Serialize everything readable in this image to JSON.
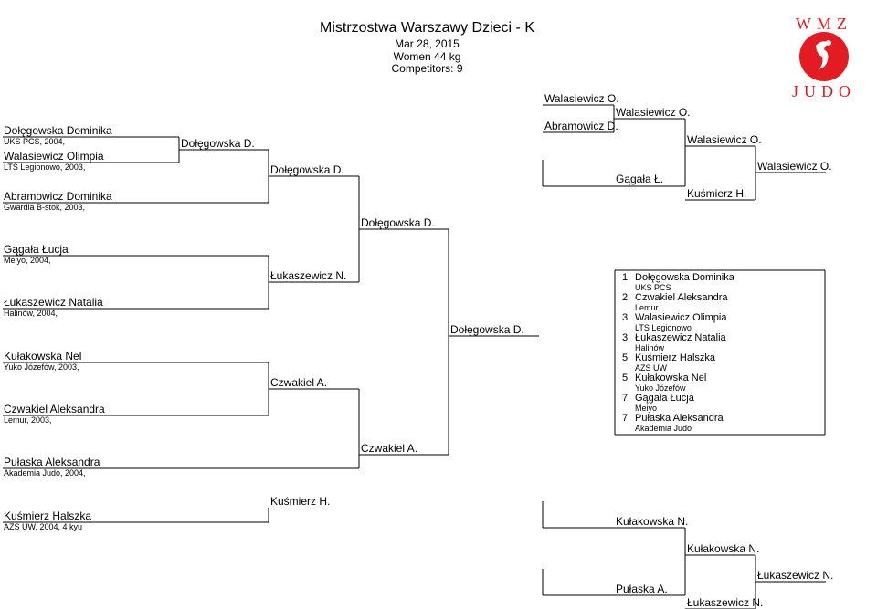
{
  "header": {
    "title": "Mistrzostwa Warszawy Dzieci - K",
    "date": "Mar 28, 2015",
    "category": "Women 44 kg",
    "competitors": "Competitors: 9"
  },
  "logo": {
    "top_text": "WMZ",
    "bottom_text": "JUDO",
    "accent": "#e31b23"
  },
  "competitors": [
    {
      "name": "Dołęgowska Dominika",
      "club": "UKS PCS, 2004,"
    },
    {
      "name": "Walasiewicz Olimpia",
      "club": "LTS Legionowo, 2003,"
    },
    {
      "name": "Abramowicz Dominika",
      "club": "Gwardia B-stok, 2003,"
    },
    {
      "name": "Gągała Łucja",
      "club": "Meiyo, 2004,"
    },
    {
      "name": "Łukaszewicz Natalia",
      "club": "Halinów, 2004,"
    },
    {
      "name": "Kułakowska Nel",
      "club": "Yuko Józefów, 2003,"
    },
    {
      "name": "Czwakiel Aleksandra",
      "club": "Lemur, 2003,"
    },
    {
      "name": "Pułaska Aleksandra",
      "club": "Akademia Judo, 2004,"
    },
    {
      "name": "Kuśmierz Halszka",
      "club": "AZS UW, 2004, 4 kyu"
    }
  ],
  "main_bracket": {
    "r1": [
      "Dołęgowska D.",
      "Łukaszewicz N.",
      "Czwakiel A.",
      "Kuśmierz H."
    ],
    "r2": [
      "Dołęgowska D.",
      "Dołęgowska D.",
      "Czwakiel A."
    ],
    "final_winner": "Dołęgowska D."
  },
  "repechage_top": {
    "r1": [
      "Walasiewicz O.",
      "Abramowicz D."
    ],
    "r2": [
      "Walasiewicz O.",
      "Gągała Ł."
    ],
    "r3": [
      "Walasiewicz O.",
      "Kuśmierz H."
    ],
    "winner": "Walasiewicz O."
  },
  "repechage_bottom": {
    "r1": [
      "Kułakowska N.",
      "Pułaska A."
    ],
    "r2": [
      "Kułakowska N.",
      "Łukaszewicz N."
    ],
    "winner": "Łukaszewicz N."
  },
  "results": [
    {
      "place": "1",
      "name": "Dołęgowska Dominika",
      "club": "UKS PCS"
    },
    {
      "place": "2",
      "name": "Czwakiel Aleksandra",
      "club": "Lemur"
    },
    {
      "place": "3",
      "name": "Walasiewicz Olimpia",
      "club": "LTS Legionowo"
    },
    {
      "place": "3",
      "name": "Łukaszewicz Natalia",
      "club": "Halinów"
    },
    {
      "place": "5",
      "name": "Kuśmierz Halszka",
      "club": "AZS UW"
    },
    {
      "place": "5",
      "name": "Kułakowska Nel",
      "club": "Yuko Józefów"
    },
    {
      "place": "7",
      "name": "Gągała Łucja",
      "club": "Meiyo"
    },
    {
      "place": "7",
      "name": "Pułaska Aleksandra",
      "club": "Akademia Judo"
    }
  ]
}
